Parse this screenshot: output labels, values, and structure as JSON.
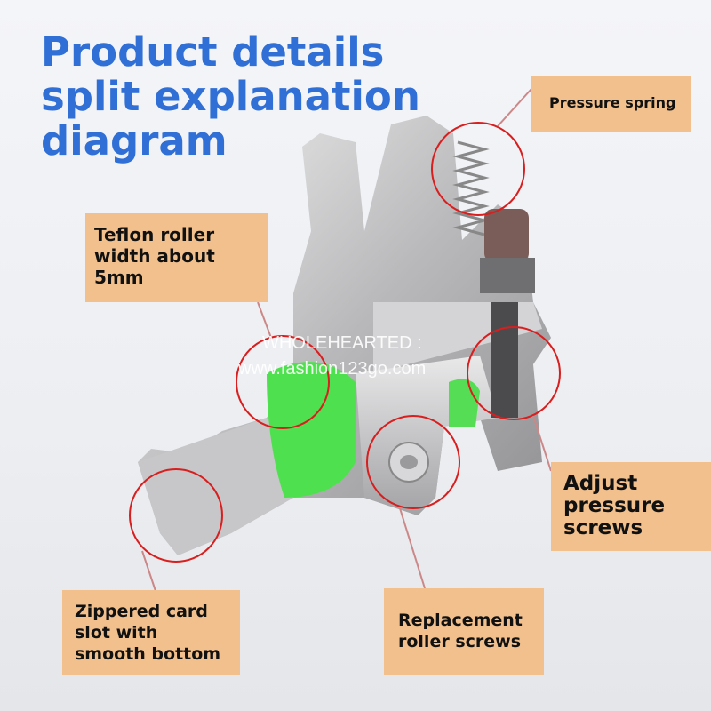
{
  "title": [
    "Product details",
    "split explanation",
    "diagram"
  ],
  "labels": {
    "pressure_spring": "Pressure spring",
    "teflon_roller": [
      "Teflon roller",
      "width about",
      "5mm"
    ],
    "adjust_screws": [
      "Adjust",
      "pressure",
      "screws"
    ],
    "zippered_slot": [
      "Zippered card",
      "slot with",
      "smooth bottom"
    ],
    "replacement_screws": [
      "Replacement",
      "roller screws"
    ]
  },
  "watermark": {
    "line1": "WHOLEHEARTED :",
    "line2": "www.fashion123go.com"
  },
  "colors": {
    "title": "#2f6fd6",
    "label_bg": "#f1c08c",
    "circle": "#d81e1e",
    "roller": "#4fe04f"
  }
}
